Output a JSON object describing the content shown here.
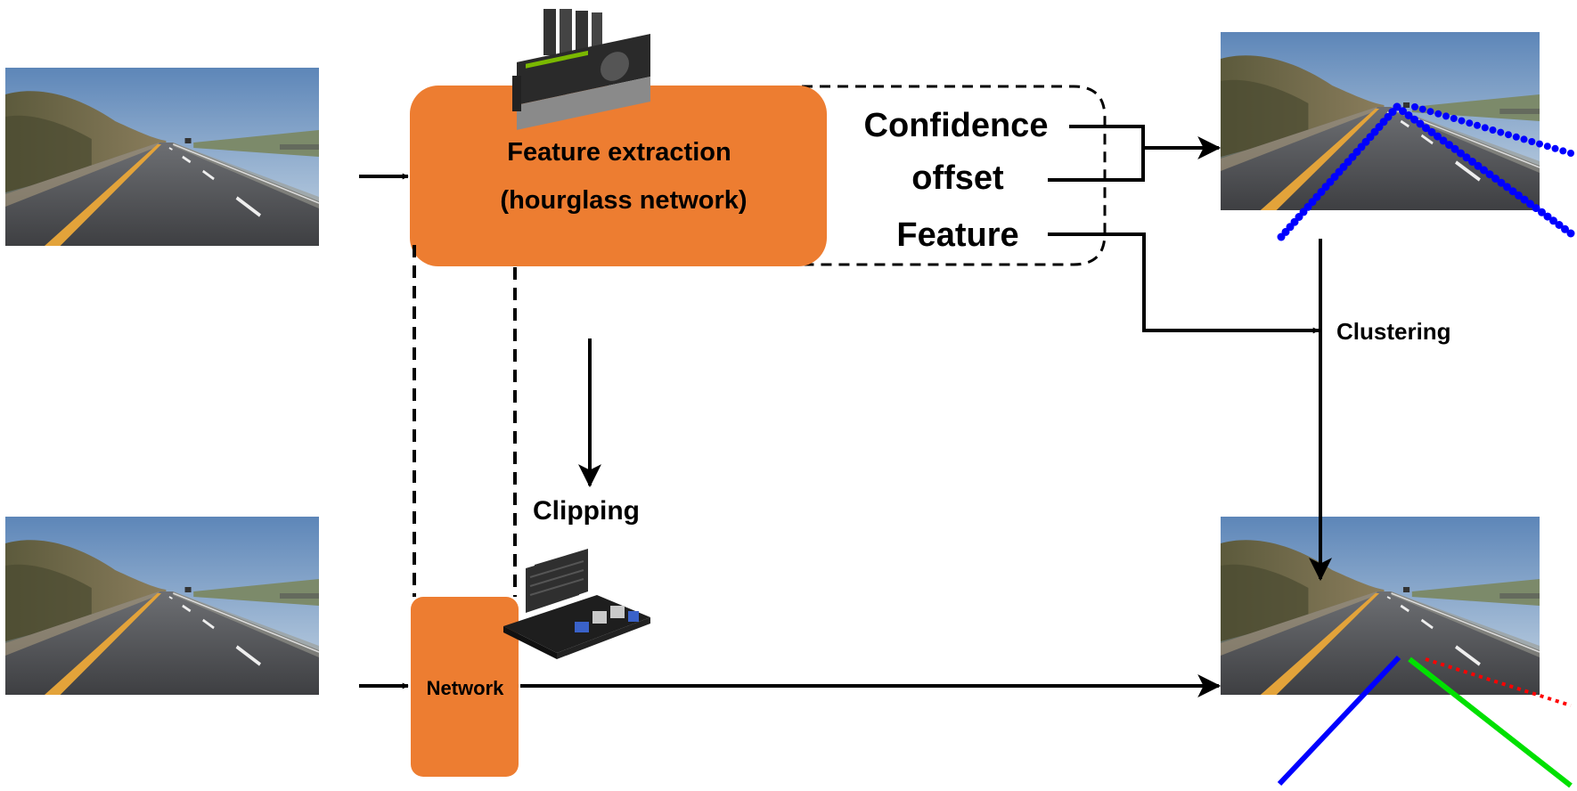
{
  "diagram": {
    "main_block": {
      "line1": "Feature extraction",
      "line2": "(hourglass network)"
    },
    "outputs": {
      "confidence": "Confidence",
      "offset": "offset",
      "feature": "Feature"
    },
    "clustering_label": "Clustering",
    "clipping_label": "Clipping",
    "network_label": "Network",
    "icons": {
      "gpu": "gpu-graphics-card-icon",
      "board": "jetson-board-icon"
    },
    "colors": {
      "block_fill": "#ED7D31",
      "lane_blue": "#0000FF",
      "lane_green": "#00E000",
      "lane_red": "#FF0000",
      "arrow": "#000000"
    }
  }
}
